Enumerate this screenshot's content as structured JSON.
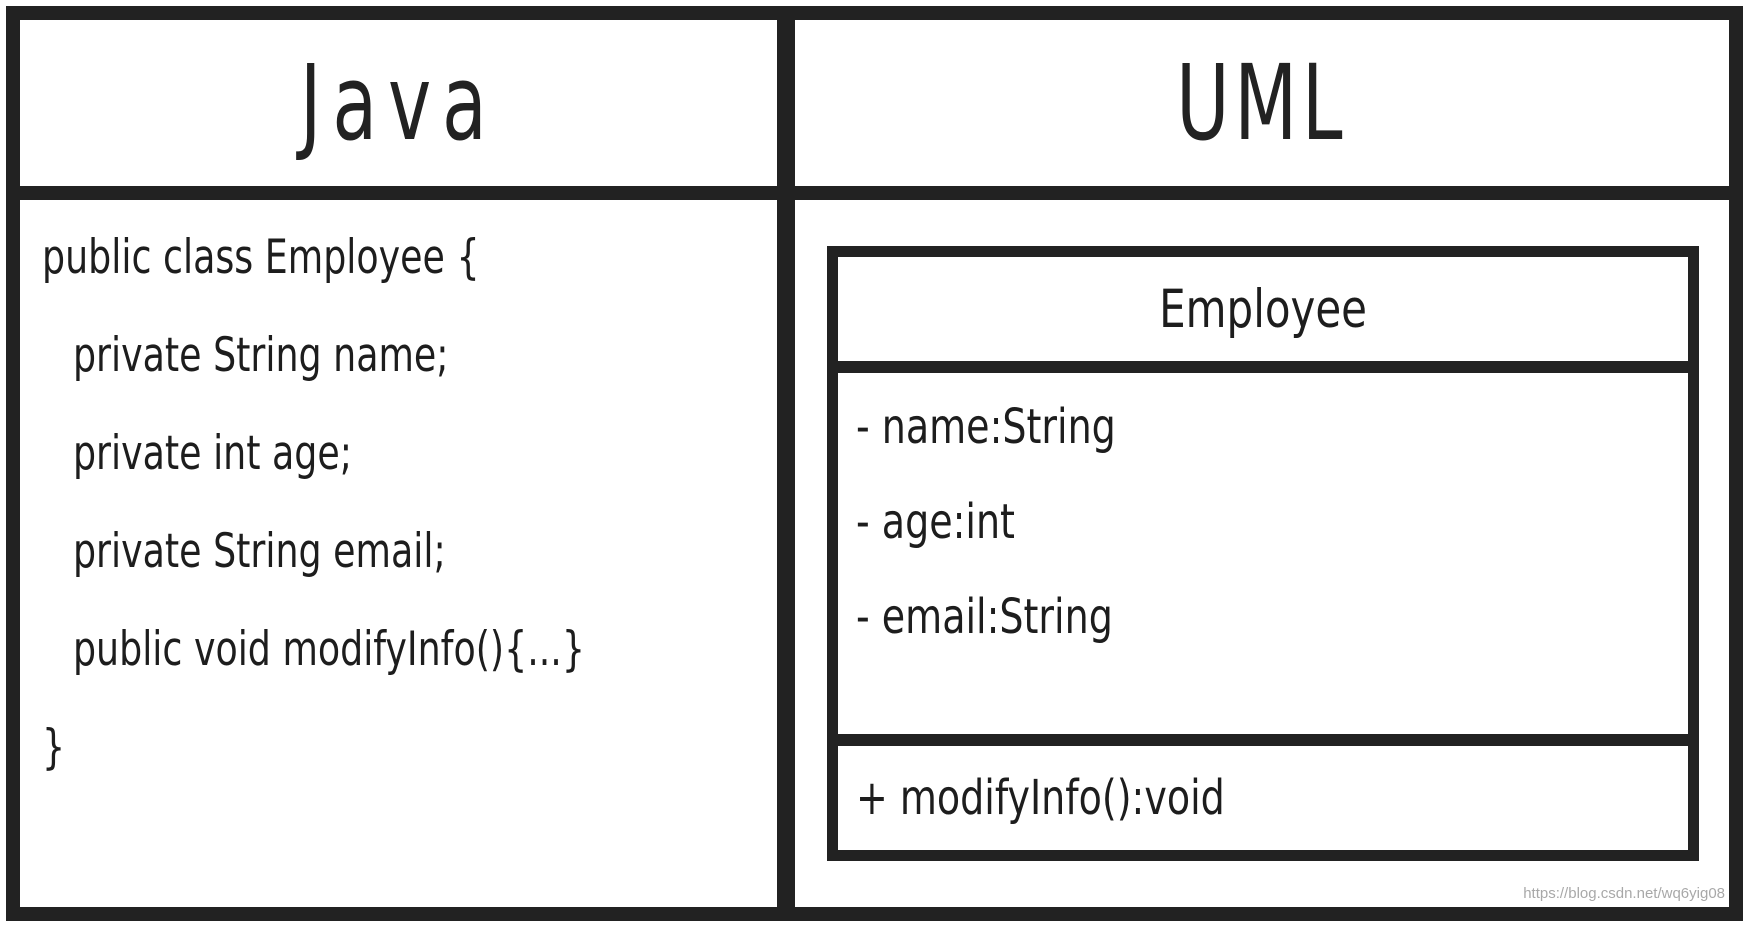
{
  "colors": {
    "frame": "#222222",
    "cell_background": "#ffffff",
    "text": "#1d1d1d",
    "watermark": "#9a9a9a"
  },
  "table": {
    "headers": {
      "left": "Java",
      "right": "UML"
    }
  },
  "java_code": {
    "lines": [
      {
        "text": "public class Employee {",
        "indent": false
      },
      {
        "text": "private String name;",
        "indent": true
      },
      {
        "text": "private int age;",
        "indent": true
      },
      {
        "text": "private String email;",
        "indent": true
      },
      {
        "text": "public void modifyInfo(){...}",
        "indent": true
      },
      {
        "text": "}",
        "indent": false
      }
    ]
  },
  "uml_class": {
    "name": "Employee",
    "attributes": [
      "- name:String",
      "- age:int",
      "- email:String"
    ],
    "methods": [
      "+ modifyInfo():void"
    ]
  },
  "watermark": {
    "text": "https://blog.csdn.net/wq6yig08"
  }
}
